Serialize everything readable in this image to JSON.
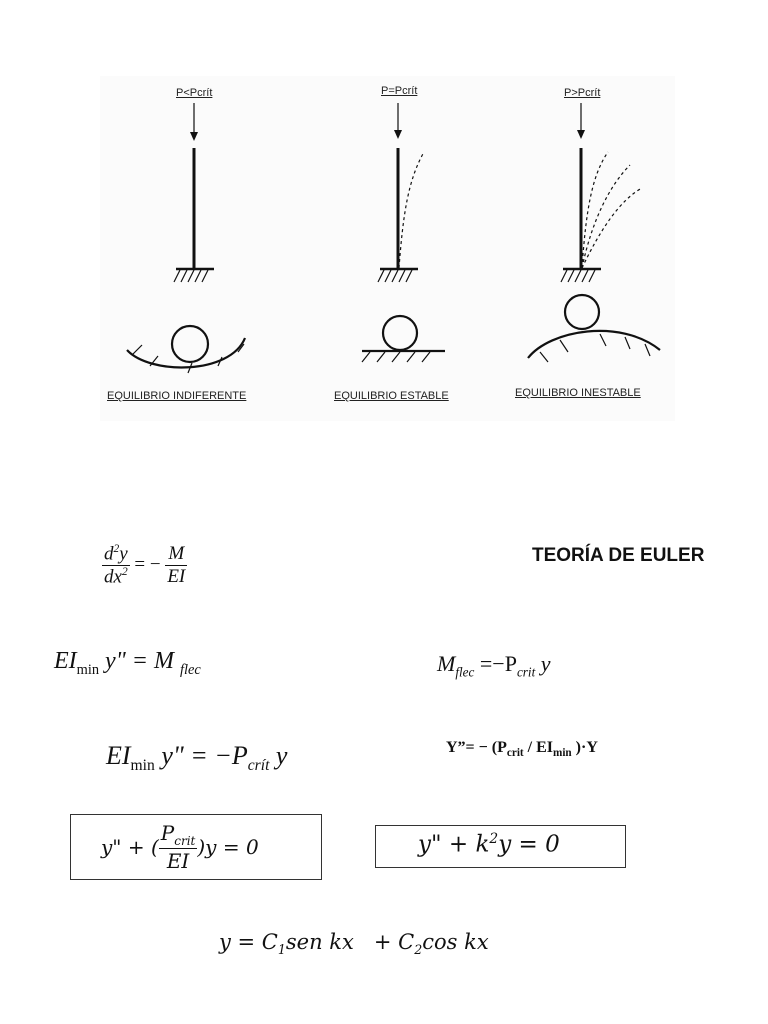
{
  "diagram": {
    "columns": [
      {
        "load_label": "P<Pcrít",
        "caption": "EQUILIBRIO  INDIFERENTE"
      },
      {
        "load_label": "P=Pcrít",
        "caption": "EQUILIBRIO  ESTABLE"
      },
      {
        "load_label": "P>Pcrít",
        "caption": "EQUILIBRIO  INESTABLE"
      }
    ]
  },
  "title": "TEORÍA DE EULER",
  "equations": {
    "eq1": {
      "num_d": "d",
      "num_exp": "2",
      "num_y": "y",
      "den_dx": "dx",
      "den_exp": "2",
      "rhs": "= −",
      "rhs_num": "M",
      "rhs_den": "EI"
    },
    "eq2": {
      "lhs": "EI",
      "sub_min": "min",
      "ypp": "y\" = M",
      "sub_flec": "flec"
    },
    "eq3": {
      "m": "M",
      "sub_flec": "flec",
      "rhs": "=−P",
      "sub_crit": "crit",
      "y": "y"
    },
    "eq4": {
      "lhs": "EI",
      "sub_min": "min",
      "mid": "y\" = −P",
      "sub_crit": "crít",
      "y": "y"
    },
    "eq5": {
      "start": "Y”= − (P",
      "sub_crit": "crit",
      "mid": " / EI",
      "sub_min": "min",
      "end": " )·Y"
    },
    "eq6": {
      "start": "y\" + (",
      "num": "P",
      "num_sub": "crit",
      "den": "EI",
      "end": ")y = 0"
    },
    "eq7": {
      "start": "y\" + k",
      "exp": "2",
      "end": "y = 0"
    },
    "eq8": {
      "a": "y = C",
      "sub1": "1",
      "b": "sen kx   + C",
      "sub2": "2",
      "c": "cos kx"
    }
  }
}
